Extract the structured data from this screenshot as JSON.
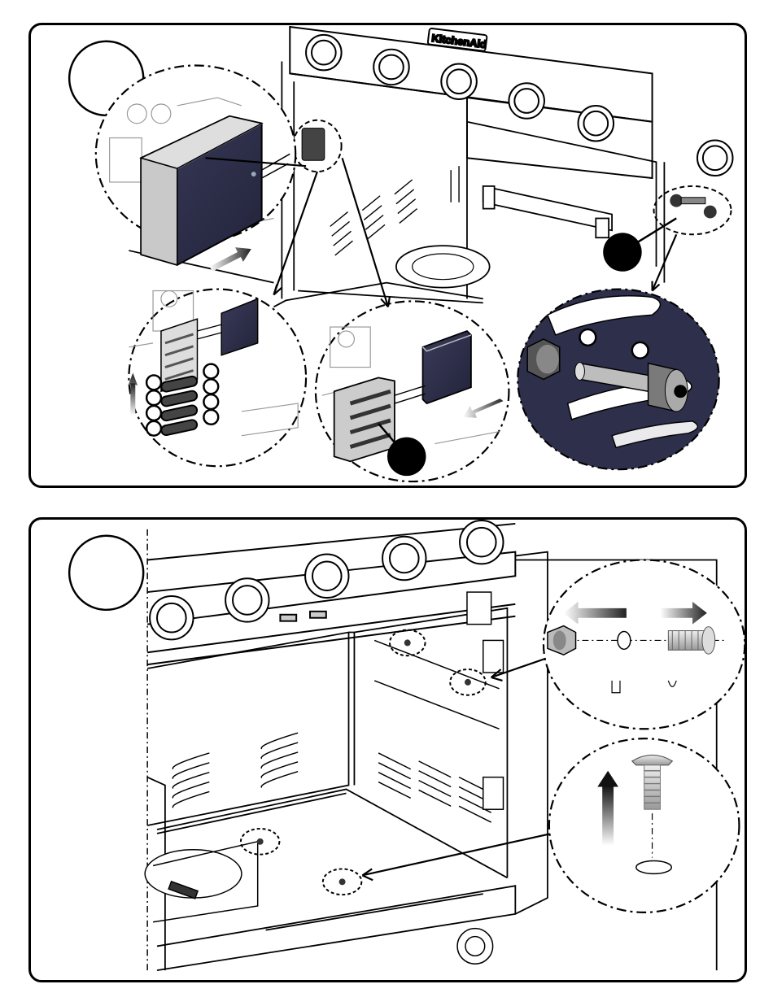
{
  "steps": [
    {
      "id": "step-a",
      "number": "",
      "brand_label": "KitchenAid"
    },
    {
      "id": "step-b",
      "number": ""
    }
  ],
  "colors": {
    "line": "#000000",
    "module": "#2e2f4a",
    "metal": "#b9b9b9",
    "background": "#ffffff"
  },
  "icons": [
    "battery-module-icon",
    "ignitor-module-icon",
    "bolt-icon",
    "nut-icon",
    "washer-icon",
    "arrow-icon",
    "callout-marker-icon"
  ]
}
